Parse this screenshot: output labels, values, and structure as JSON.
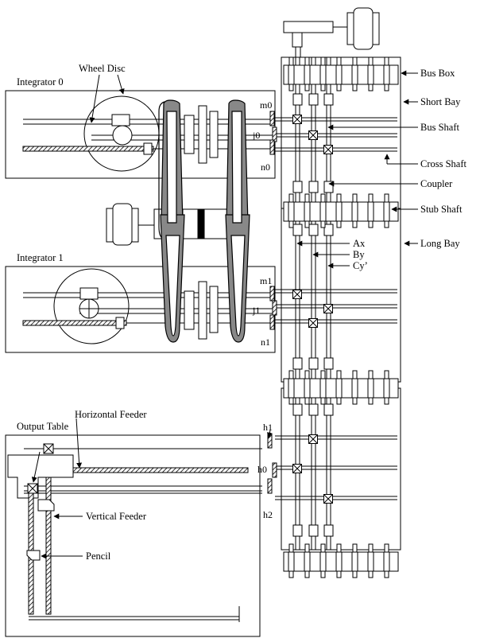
{
  "labels": {
    "wheel_disc": "Wheel Disc",
    "integrator0": "Integrator 0",
    "integrator1": "Integrator 1",
    "output_table": "Output Table",
    "horizontal_feeder": "Horizontal Feeder",
    "vertical_feeder": "Vertical Feeder",
    "pencil": "Pencil",
    "bus_box": "Bus Box",
    "short_bay": "Short Bay",
    "bus_shaft": "Bus Shaft",
    "cross_shaft": "Cross Shaft",
    "coupler": "Coupler",
    "stub_shaft": "Stub Shaft",
    "long_bay": "Long Bay",
    "ax": "Ax",
    "by": "By",
    "cy": "Cy’",
    "m0": "m0",
    "j0": "j0",
    "n0": "n0",
    "m1": "m1",
    "j1": "j1",
    "n1": "n1",
    "h1": "h1",
    "h0": "h0",
    "h2": "h2"
  }
}
